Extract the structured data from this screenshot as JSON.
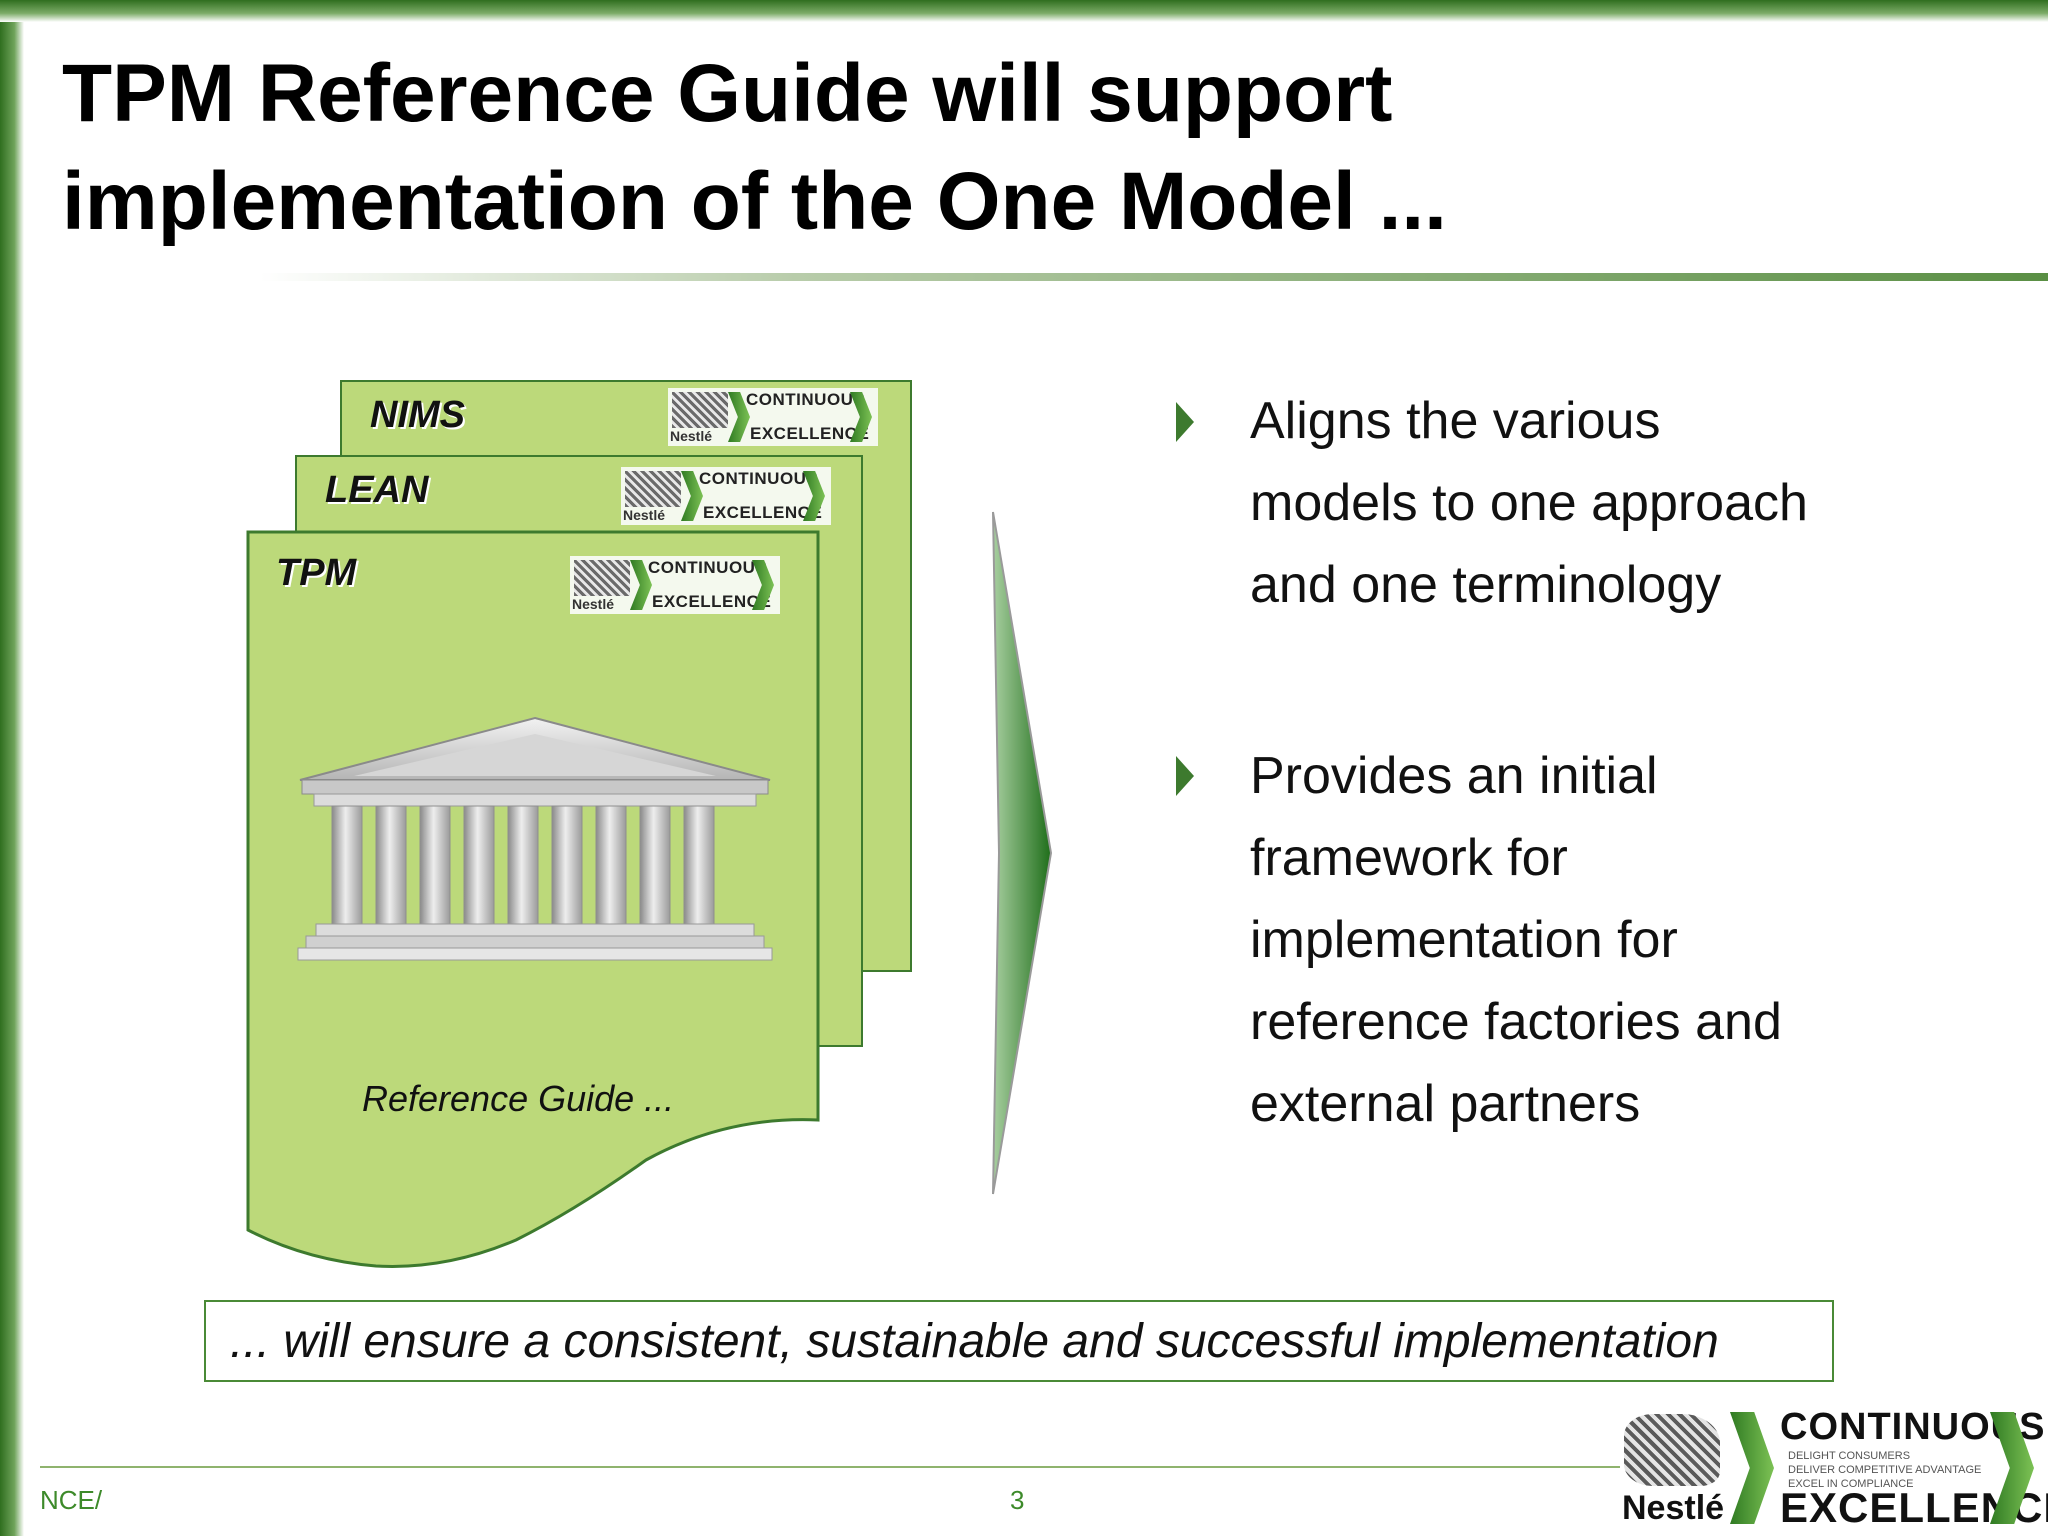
{
  "title": {
    "line1": "TPM Reference Guide will support",
    "line2": "implementation of the One Model ..."
  },
  "documents": {
    "nims": "NIMS",
    "lean": "LEAN",
    "tpm": "TPM",
    "caption": "Reference Guide ..."
  },
  "badge": {
    "brand": "Nestlé",
    "line1": "CONTINUOUS",
    "line2": "EXCELLENCE"
  },
  "bullets": [
    {
      "lines": [
        "Aligns the various",
        "models to one approach",
        "and one terminology"
      ]
    },
    {
      "lines": [
        "Provides an initial",
        "framework for",
        "implementation for",
        "reference factories and",
        "external partners"
      ]
    }
  ],
  "summary": "... will ensure a consistent, sustainable and successful implementation",
  "footer": {
    "left": "NCE/",
    "page": "3"
  },
  "logo": {
    "brand": "Nestlé",
    "line1": "CONTINUOUS",
    "line2": "EXCELLENCE",
    "taglines": [
      "DELIGHT CONSUMERS",
      "DELIVER COMPETITIVE ADVANTAGE",
      "EXCEL IN COMPLIANCE"
    ]
  },
  "colors": {
    "accent_green": "#3d7a2e",
    "doc_fill": "#bcd97a"
  },
  "icons": [
    "temple-icon",
    "arrow-chevron-icon",
    "bullet-triangle-icon",
    "nestle-nest-icon"
  ]
}
